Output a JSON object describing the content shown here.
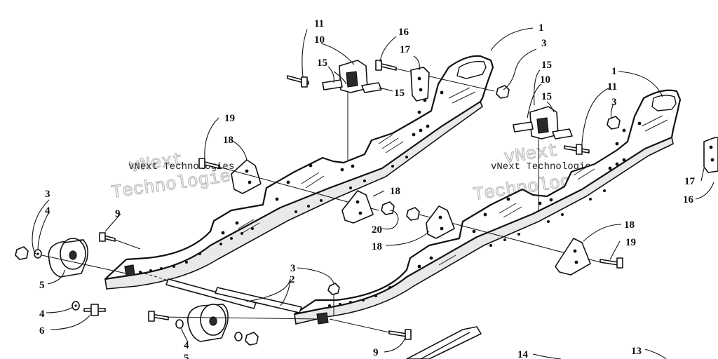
{
  "watermark": {
    "line1": "vNext Technologies",
    "line2": "Technologies",
    "line3": "vNext"
  },
  "callouts": [
    {
      "id": "c1a",
      "label": "1"
    },
    {
      "id": "c1b",
      "label": "1"
    },
    {
      "id": "c2",
      "label": "2"
    },
    {
      "id": "c3a",
      "label": "3"
    },
    {
      "id": "c3b",
      "label": "3"
    },
    {
      "id": "c3c",
      "label": "3"
    },
    {
      "id": "c3d",
      "label": "3"
    },
    {
      "id": "c4a",
      "label": "4"
    },
    {
      "id": "c4b",
      "label": "4"
    },
    {
      "id": "c4c",
      "label": "4"
    },
    {
      "id": "c5a",
      "label": "5"
    },
    {
      "id": "c5b",
      "label": "5"
    },
    {
      "id": "c6",
      "label": "6"
    },
    {
      "id": "c9a",
      "label": "9"
    },
    {
      "id": "c9b",
      "label": "9"
    },
    {
      "id": "c10a",
      "label": "10"
    },
    {
      "id": "c10b",
      "label": "10"
    },
    {
      "id": "c11a",
      "label": "11"
    },
    {
      "id": "c11b",
      "label": "11"
    },
    {
      "id": "c13",
      "label": "13"
    },
    {
      "id": "c14",
      "label": "14"
    },
    {
      "id": "c15a",
      "label": "15"
    },
    {
      "id": "c15b",
      "label": "15"
    },
    {
      "id": "c15c",
      "label": "15"
    },
    {
      "id": "c15d",
      "label": "15"
    },
    {
      "id": "c16a",
      "label": "16"
    },
    {
      "id": "c16b",
      "label": "16"
    },
    {
      "id": "c17a",
      "label": "17"
    },
    {
      "id": "c17b",
      "label": "17"
    },
    {
      "id": "c18a",
      "label": "18"
    },
    {
      "id": "c18b",
      "label": "18"
    },
    {
      "id": "c18c",
      "label": "18"
    },
    {
      "id": "c18d",
      "label": "18"
    },
    {
      "id": "c19a",
      "label": "19"
    },
    {
      "id": "c19b",
      "label": "19"
    },
    {
      "id": "c20",
      "label": "20"
    }
  ]
}
